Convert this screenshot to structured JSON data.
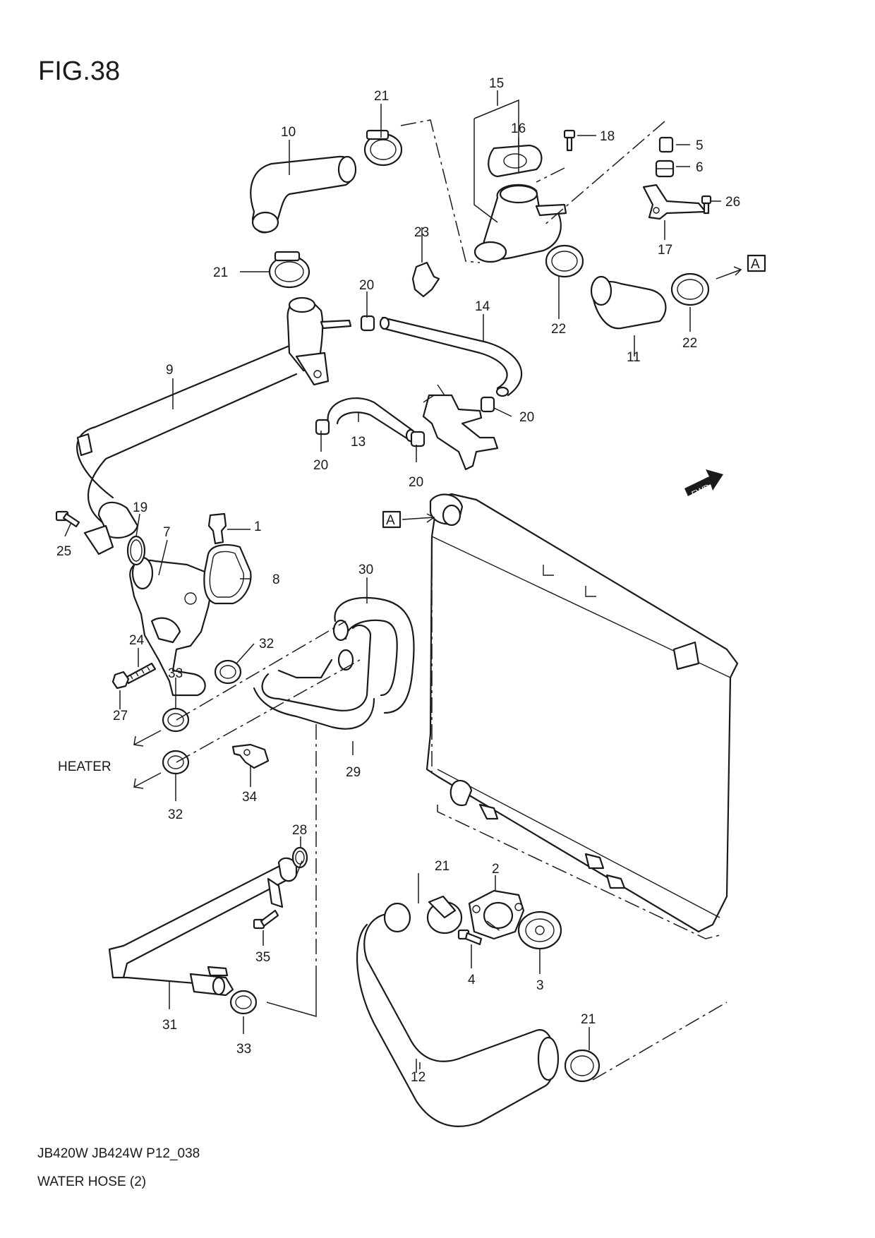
{
  "figure": {
    "title": "FIG.38",
    "model_line": "JB420W JB424W P12_038",
    "caption": "WATER HOSE (2)"
  },
  "labels": {
    "heater": "HEATER",
    "fwd": "FWD",
    "ref_a_top": "A",
    "ref_a_radiator": "A"
  },
  "callouts": {
    "c1": "1",
    "c2": "2",
    "c3": "3",
    "c4": "4",
    "c5": "5",
    "c6": "6",
    "c7": "7",
    "c8": "8",
    "c9": "9",
    "c10": "10",
    "c11": "11",
    "c12": "12",
    "c13": "13",
    "c14": "14",
    "c15": "15",
    "c16": "16",
    "c17": "17",
    "c18": "18",
    "c19": "19",
    "c20a": "20",
    "c20b": "20",
    "c20c": "20",
    "c20d": "20",
    "c21a": "21",
    "c21b": "21",
    "c21c": "21",
    "c21d": "21",
    "c22a": "22",
    "c22b": "22",
    "c23": "23",
    "c24": "24",
    "c25": "25",
    "c26": "26",
    "c27": "27",
    "c28": "28",
    "c29": "29",
    "c30": "30",
    "c31": "31",
    "c32a": "32",
    "c32b": "32",
    "c33a": "33",
    "c33b": "33",
    "c34": "34",
    "c35": "35"
  }
}
